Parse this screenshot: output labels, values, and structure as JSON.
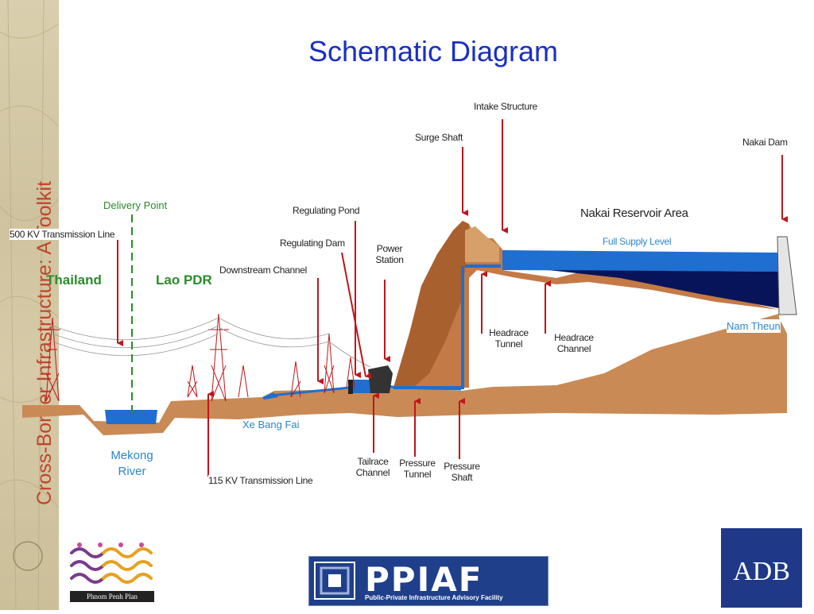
{
  "slide": {
    "title": "Schematic Diagram",
    "sidebar_text": "Cross-Border Infrastructure: A Toolkit"
  },
  "diagram": {
    "labels": {
      "intake_structure": "Intake Structure",
      "surge_shaft": "Surge Shaft",
      "nakai_dam": "Nakai Dam",
      "nakai_reservoir_area": "Nakai Reservoir Area",
      "full_supply_level": "Full Supply Level",
      "regulating_pond": "Regulating Pond",
      "regulating_dam": "Regulating Dam",
      "downstream_channel": "Downstream Channel",
      "power_station": "Power Station",
      "delivery_point": "Delivery Point",
      "transmission_500kv": "500 KV Transmission Line",
      "thailand": "Thailand",
      "lao_pdr": "Lao PDR",
      "headrace_tunnel": "Headrace Tunnel",
      "headrace_channel": "Headrace Channel",
      "nam_theun": "Nam Theun",
      "xe_bang_fai": "Xe Bang Fai",
      "mekong_river": "Mekong River",
      "transmission_115kv": "115 KV Transmission Line",
      "tailrace_channel": "Tailrace Channel",
      "pressure_tunnel": "Pressure Tunnel",
      "pressure_shaft": "Pressure Shaft"
    },
    "colors": {
      "water": "#1e6fd0",
      "deep_water": "#08145a",
      "earth": "#c98a56",
      "arrow": "#c0161c",
      "green": "#2a8c2a"
    }
  },
  "logos": {
    "phnom_penh": "Phnom Penh Plan",
    "ppiaf": "PPIAF",
    "ppiaf_sub": "Public-Private Infrastructure Advisory Facility",
    "adb": "ADB"
  }
}
